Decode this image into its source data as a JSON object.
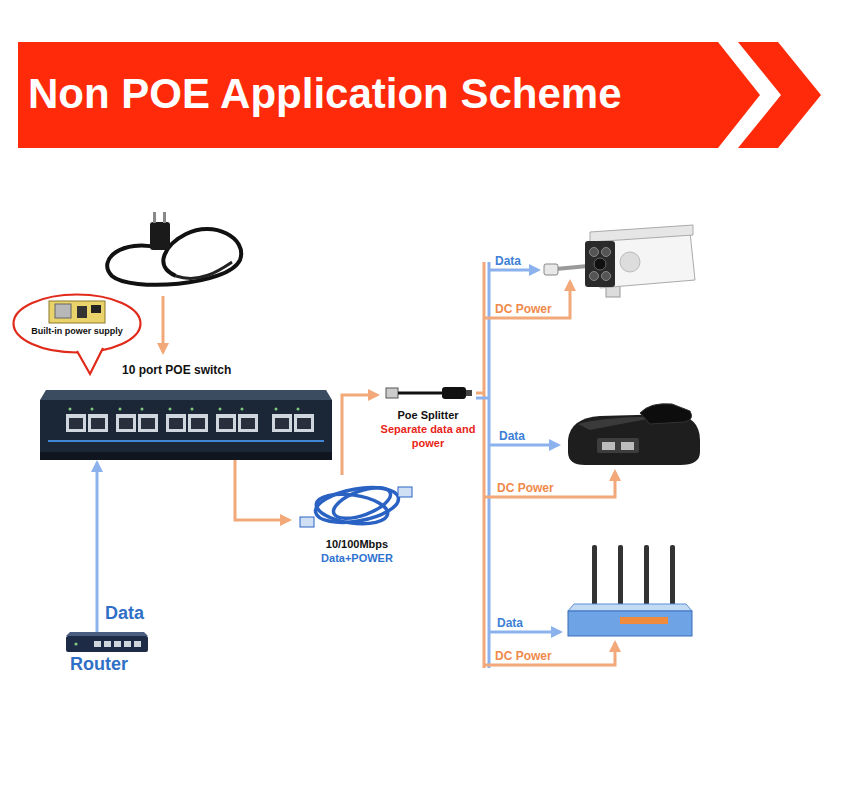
{
  "diagram": {
    "title": "Non POE Application Scheme",
    "nodes": [
      {
        "text": [
          "Built-in power supply"
        ]
      },
      {
        "text": [
          "10 port POE switch"
        ]
      },
      {
        "text": [
          "Poe Splitter",
          "Separate data and power"
        ]
      },
      {
        "text": [
          "10/100Mbps",
          "Data+POWER"
        ]
      },
      {
        "text": [
          "Router"
        ]
      }
    ],
    "edges": [
      {
        "from": 4,
        "to": 1,
        "arrow": "to",
        "label": "Data"
      },
      {
        "from": 1,
        "to": 3,
        "arrow": "to"
      },
      {
        "from": 3,
        "to": 2,
        "arrow": "to"
      }
    ],
    "labels": [
      "Data",
      "DC Power",
      "Data",
      "DC Power",
      "Data",
      "DC Power"
    ]
  }
}
